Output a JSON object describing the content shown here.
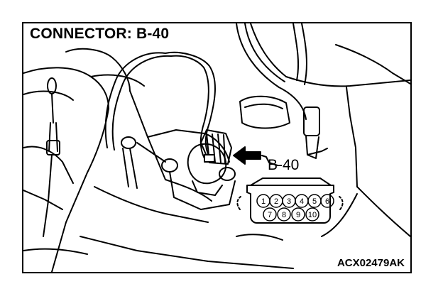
{
  "title": "CONNECTOR: B-40",
  "callout_label": "B-40",
  "figure_code": "ACX02479AK",
  "connector_face": {
    "top_row": [
      "1",
      "2",
      "3",
      "4",
      "5",
      "6"
    ],
    "bottom_row": [
      "7",
      "8",
      "9",
      "10"
    ]
  },
  "colors": {
    "ink": "#000000",
    "paper": "#ffffff"
  }
}
